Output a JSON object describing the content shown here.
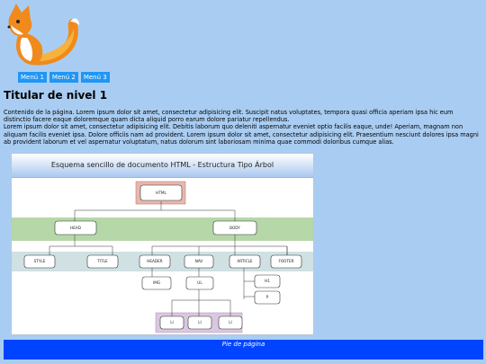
{
  "menu": {
    "items": [
      "Menú 1",
      "Menú 2",
      "Menú 3"
    ]
  },
  "heading": "Titular de nivel 1",
  "content": {
    "paragraphs": [
      "Contenido de la página. Lorem ipsum dolor sit amet, consectetur adipisicing elit. Suscipit natus voluptates, tempora quasi officia aperiam ipsa hic eum distinctio facere eaque doloremque quam dicta aliquid porro earum dolore pariatur repellendus.",
      "Lorem ipsum dolor sit amet, consectetur adipisicing elit. Debitis laborum quo deleniti aspernatur eveniet optio facilis eaque, unde! Aperiam, magnam non aliquam facilis eveniet ipsa. Dolore officiis nam ad provident. Lorem ipsum dolor sit amet, consectetur adipisicing elit. Praesentium nesciunt dolores ipsa magni ab provident laborum et vel aspernatur voluptatum, natus dolorum sint laboriosam minima quae commodi doloribus cumque alias."
    ]
  },
  "diagram": {
    "title": "Esquema sencillo de documento HTML - Estructura Tipo Árbol",
    "nodes": {
      "html": "HTML",
      "head": "HEAD",
      "body": "BODY",
      "style": "STYLE",
      "title": "TITLE",
      "header": "HEADER",
      "nav": "NAV",
      "article": "ARTICLE",
      "footer": "FOOTER",
      "img": "IMG",
      "ul": "UL",
      "h1": "H1",
      "p": "P",
      "li1": "LI",
      "li2": "LI",
      "li3": "LI"
    },
    "colors": {
      "head_band": "#b6d7a8",
      "body_band": "#d0e0e3",
      "li_band": "#d9c8e0",
      "html_band": "#e6b8af"
    }
  },
  "footer": {
    "text": "Pie de página"
  },
  "colors": {
    "background": "#a9cdf2",
    "menu": "#2196f3",
    "footer": "#0044ff"
  },
  "logo": {
    "icon": "fox-icon"
  }
}
